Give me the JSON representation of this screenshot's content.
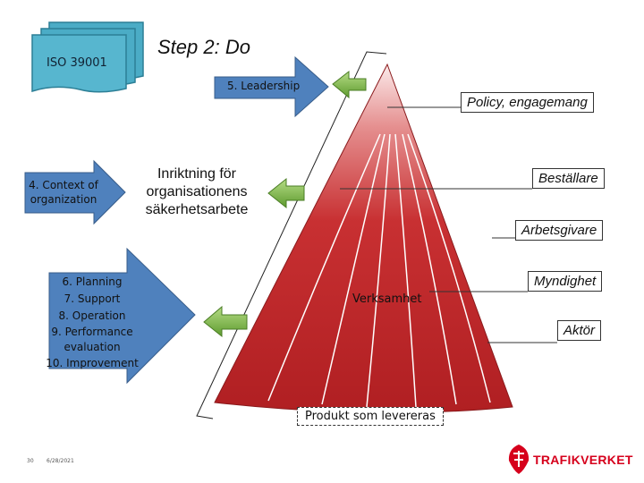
{
  "doc": {
    "iso_label": "ISO 39001",
    "step_title": "Step 2: Do",
    "arrow_leadership": "5. Leadership",
    "arrow_context": "4. Context of organization",
    "arrow_big": [
      "6. Planning",
      "7. Support",
      "8. Operation",
      "9. Performance evaluation",
      "10. Improvement"
    ],
    "center_text": "Inriktning för organisationens säkerhetsarbete",
    "right_labels": {
      "policy": "Policy, engagemang",
      "bestallare": "Beställare",
      "arbetsgivare": "Arbetsgivare",
      "myndighet": "Myndighet",
      "aktor": "Aktör"
    },
    "pyramid_label": "Verksamhet",
    "bottom_label": "Produkt som levereras",
    "footer": {
      "page": "30",
      "date": "6/28/2021",
      "brand": "TRAFIKVERKET"
    }
  },
  "colors": {
    "blue_arrow": "#4f81bd",
    "teal_doc": "#4bacc6",
    "pyramid_red": "#c0282a",
    "pyramid_light": "#f5dede",
    "green_arrow": "#7ab648",
    "brand_red": "#d6001c"
  }
}
